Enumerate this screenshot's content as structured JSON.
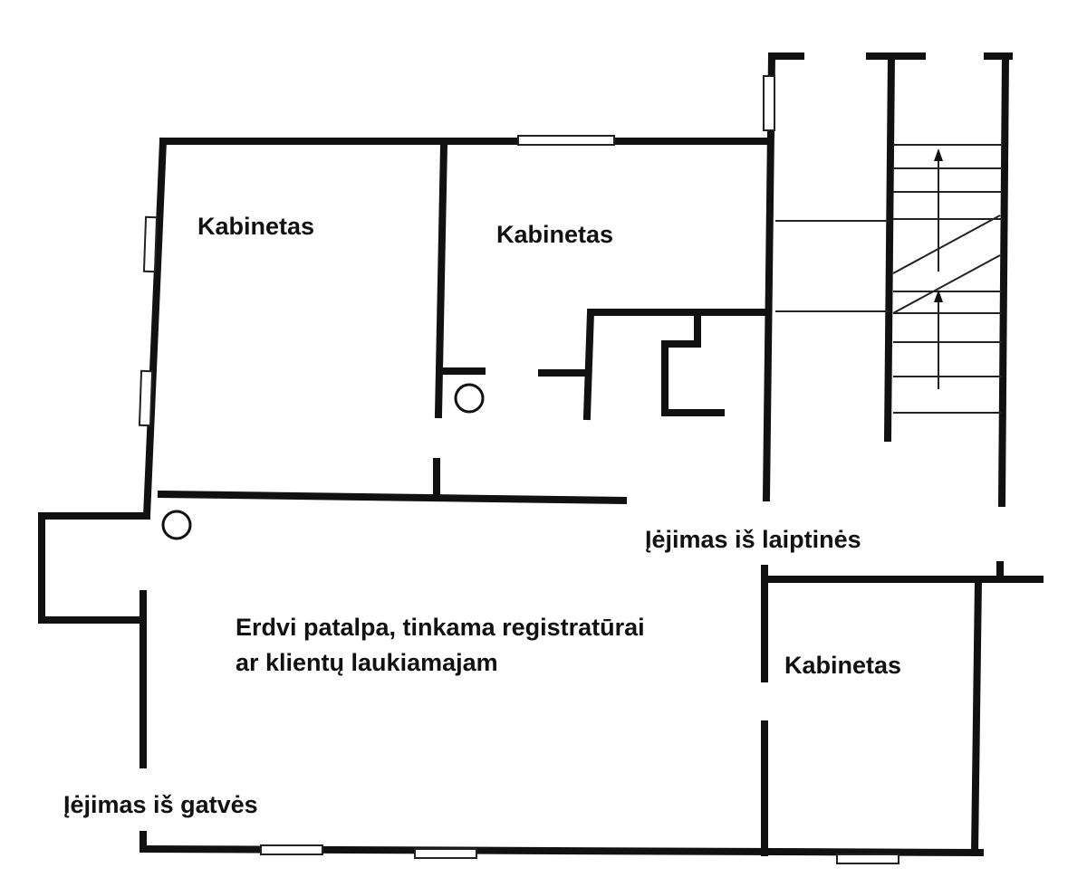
{
  "rooms": {
    "office_top_left": "Kabinetas",
    "office_top_middle": "Kabinetas",
    "office_bottom_right": "Kabinetas"
  },
  "main_hall": {
    "line1": "Erdvi patalpa, tinkama registratūrai",
    "line2": "ar klientų laukiamajam"
  },
  "entrances": {
    "stairwell": "Įėjimas iš laiptinės",
    "street": "Įėjimas iš gatvės"
  },
  "colors": {
    "wall": "#111111",
    "background": "#ffffff"
  }
}
